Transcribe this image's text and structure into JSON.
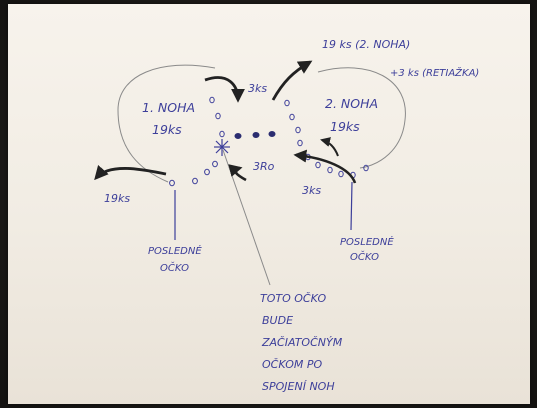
{
  "diagram": {
    "leg1_name": "1. NOHA",
    "leg1_count": "19ks",
    "leg2_name": "2. NOHA",
    "leg2_count": "19ks",
    "top_arrow_label": "3ks",
    "top_right_note_1": "19 ks (2. NOHA)",
    "top_right_note_2": "+3 ks (RETIAŽKA)",
    "middle_arrow_label": "3Ro",
    "left_arrow_label": "19ks",
    "right_arrow_label": "3ks",
    "left_last_label_1": "POSLEDNÉ",
    "left_last_label_2": "OČKO",
    "right_last_label_1": "POSLEDNÉ",
    "right_last_label_2": "OČKO",
    "bottom_note": [
      "TOTO OČKO",
      "BUDE",
      "ZAČIATOČNÝM",
      "OČKOM PO",
      "SPOJENÍ NOH"
    ]
  },
  "colors": {
    "ink": "#3d3f9a",
    "pencil": "#8a8a8a",
    "arrow": "#222222",
    "paper": "#f4efe7"
  }
}
